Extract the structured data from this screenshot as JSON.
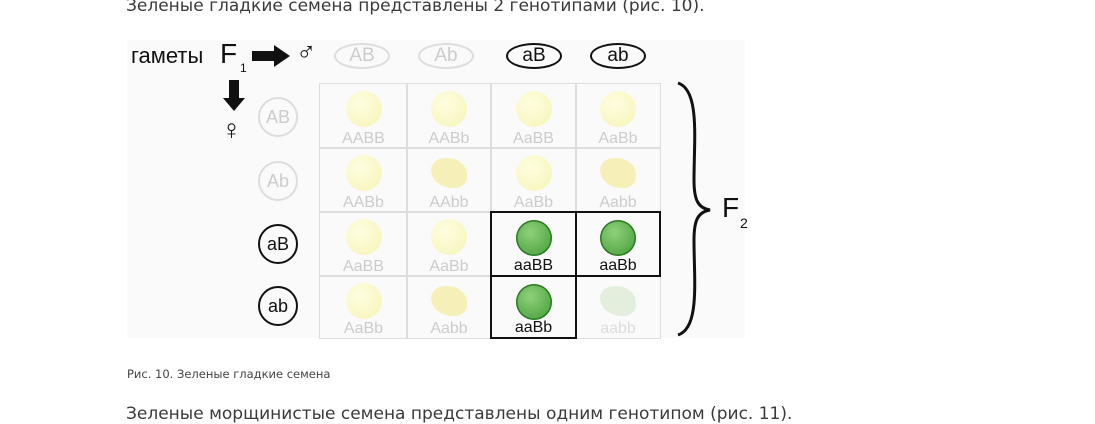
{
  "paragraph_before": "Зеленые гладкие семена представлены 2 генотипами (рис. 10).",
  "figure": {
    "gametes_label": "гаметы",
    "f1": "F",
    "f1_sub": "1",
    "male_symbol": "♂",
    "female_symbol": "♀",
    "f2": "F",
    "f2_sub": "2",
    "male_gametes": [
      {
        "label": "AB",
        "active": false
      },
      {
        "label": "Ab",
        "active": false
      },
      {
        "label": "aB",
        "active": true
      },
      {
        "label": "ab",
        "active": true
      }
    ],
    "female_gametes": [
      {
        "label": "AB",
        "active": false
      },
      {
        "label": "Ab",
        "active": false
      },
      {
        "label": "aB",
        "active": true
      },
      {
        "label": "ab",
        "active": true
      }
    ],
    "cells": [
      {
        "genotype": "AABB",
        "seed": "yellow-smooth",
        "highlighted": false
      },
      {
        "genotype": "AABb",
        "seed": "yellow-smooth",
        "highlighted": false
      },
      {
        "genotype": "AaBB",
        "seed": "yellow-smooth",
        "highlighted": false
      },
      {
        "genotype": "AaBb",
        "seed": "yellow-smooth",
        "highlighted": false
      },
      {
        "genotype": "AABb",
        "seed": "yellow-smooth",
        "highlighted": false
      },
      {
        "genotype": "AAbb",
        "seed": "yellow-wrinkled",
        "highlighted": false
      },
      {
        "genotype": "AaBb",
        "seed": "yellow-smooth",
        "highlighted": false
      },
      {
        "genotype": "Aabb",
        "seed": "yellow-wrinkled",
        "highlighted": false
      },
      {
        "genotype": "AaBB",
        "seed": "yellow-smooth",
        "highlighted": false
      },
      {
        "genotype": "AaBb",
        "seed": "yellow-smooth",
        "highlighted": false
      },
      {
        "genotype": "aaBB",
        "seed": "green-smooth",
        "highlighted": true
      },
      {
        "genotype": "aaBb",
        "seed": "green-smooth",
        "highlighted": true
      },
      {
        "genotype": "AaBb",
        "seed": "yellow-smooth",
        "highlighted": false
      },
      {
        "genotype": "Aabb",
        "seed": "yellow-wrinkled",
        "highlighted": false
      },
      {
        "genotype": "aaBb",
        "seed": "green-smooth",
        "highlighted": true
      },
      {
        "genotype": "aabb",
        "seed": "green-wrinkled",
        "highlighted": false
      }
    ]
  },
  "caption": "Рис. 10. Зеленые гладкие семена",
  "paragraph_after": "Зеленые морщинистые семена представлены одним генотипом (рис. 11)."
}
